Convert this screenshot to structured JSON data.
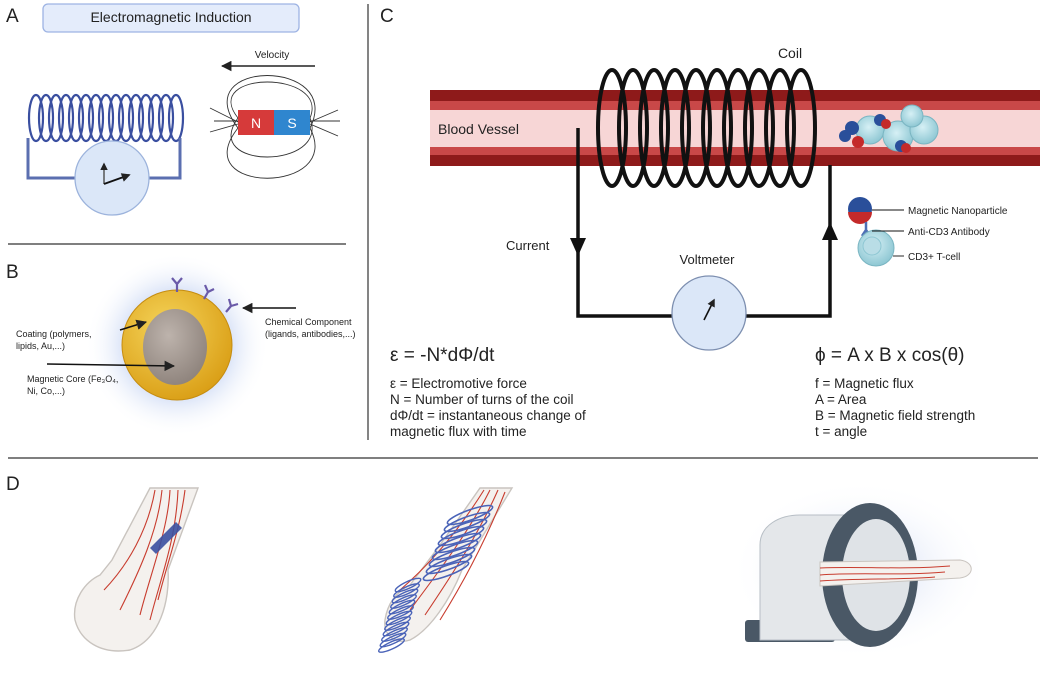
{
  "panels": {
    "a": {
      "letter": "A",
      "title": "Electromagnetic Induction",
      "velocity": "Velocity",
      "north": "N",
      "south": "S"
    },
    "b": {
      "letter": "B",
      "coating_1": "Coating (polymers,",
      "coating_2": "lipids, Au,...)",
      "core_1": "Magnetic Core (Fe₃O₄,",
      "core_2": "Ni, Co,...)",
      "chem_1": "Chemical Component",
      "chem_2": "(ligands, antibodies,...)"
    },
    "c": {
      "letter": "C",
      "coil": "Coil",
      "vessel": "Blood Vessel",
      "current": "Current",
      "voltmeter": "Voltmeter",
      "legend": {
        "nanoparticle": "Magnetic Nanoparticle",
        "antibody": "Anti-CD3 Antibody",
        "tcell": "CD3+ T-cell"
      },
      "eq1": {
        "formula": "ε = -N*dΦ/dt",
        "lines": [
          "ε = Electromotive force",
          "N = Number of turns of the coil",
          "dΦ/dt = instantaneous change of",
          "magnetic flux with time"
        ]
      },
      "eq2": {
        "formula": "ϕ = A x B x cos(θ)",
        "lines": [
          "f = Magnetic flux",
          "A = Area",
          "B = Magnetic field strength",
          "t = angle"
        ]
      }
    },
    "d": {
      "letter": "D"
    }
  },
  "colors": {
    "coil_blue": "#3a4fa0",
    "vessel_dark": "#8e1a1a",
    "vessel_light": "#f7d6d6",
    "magnet_red": "#d63a3a",
    "magnet_blue": "#2f86cf",
    "core_gold": "#e8b62a",
    "veins": "#c83c2e",
    "scanner_gray": "#4a5866"
  }
}
